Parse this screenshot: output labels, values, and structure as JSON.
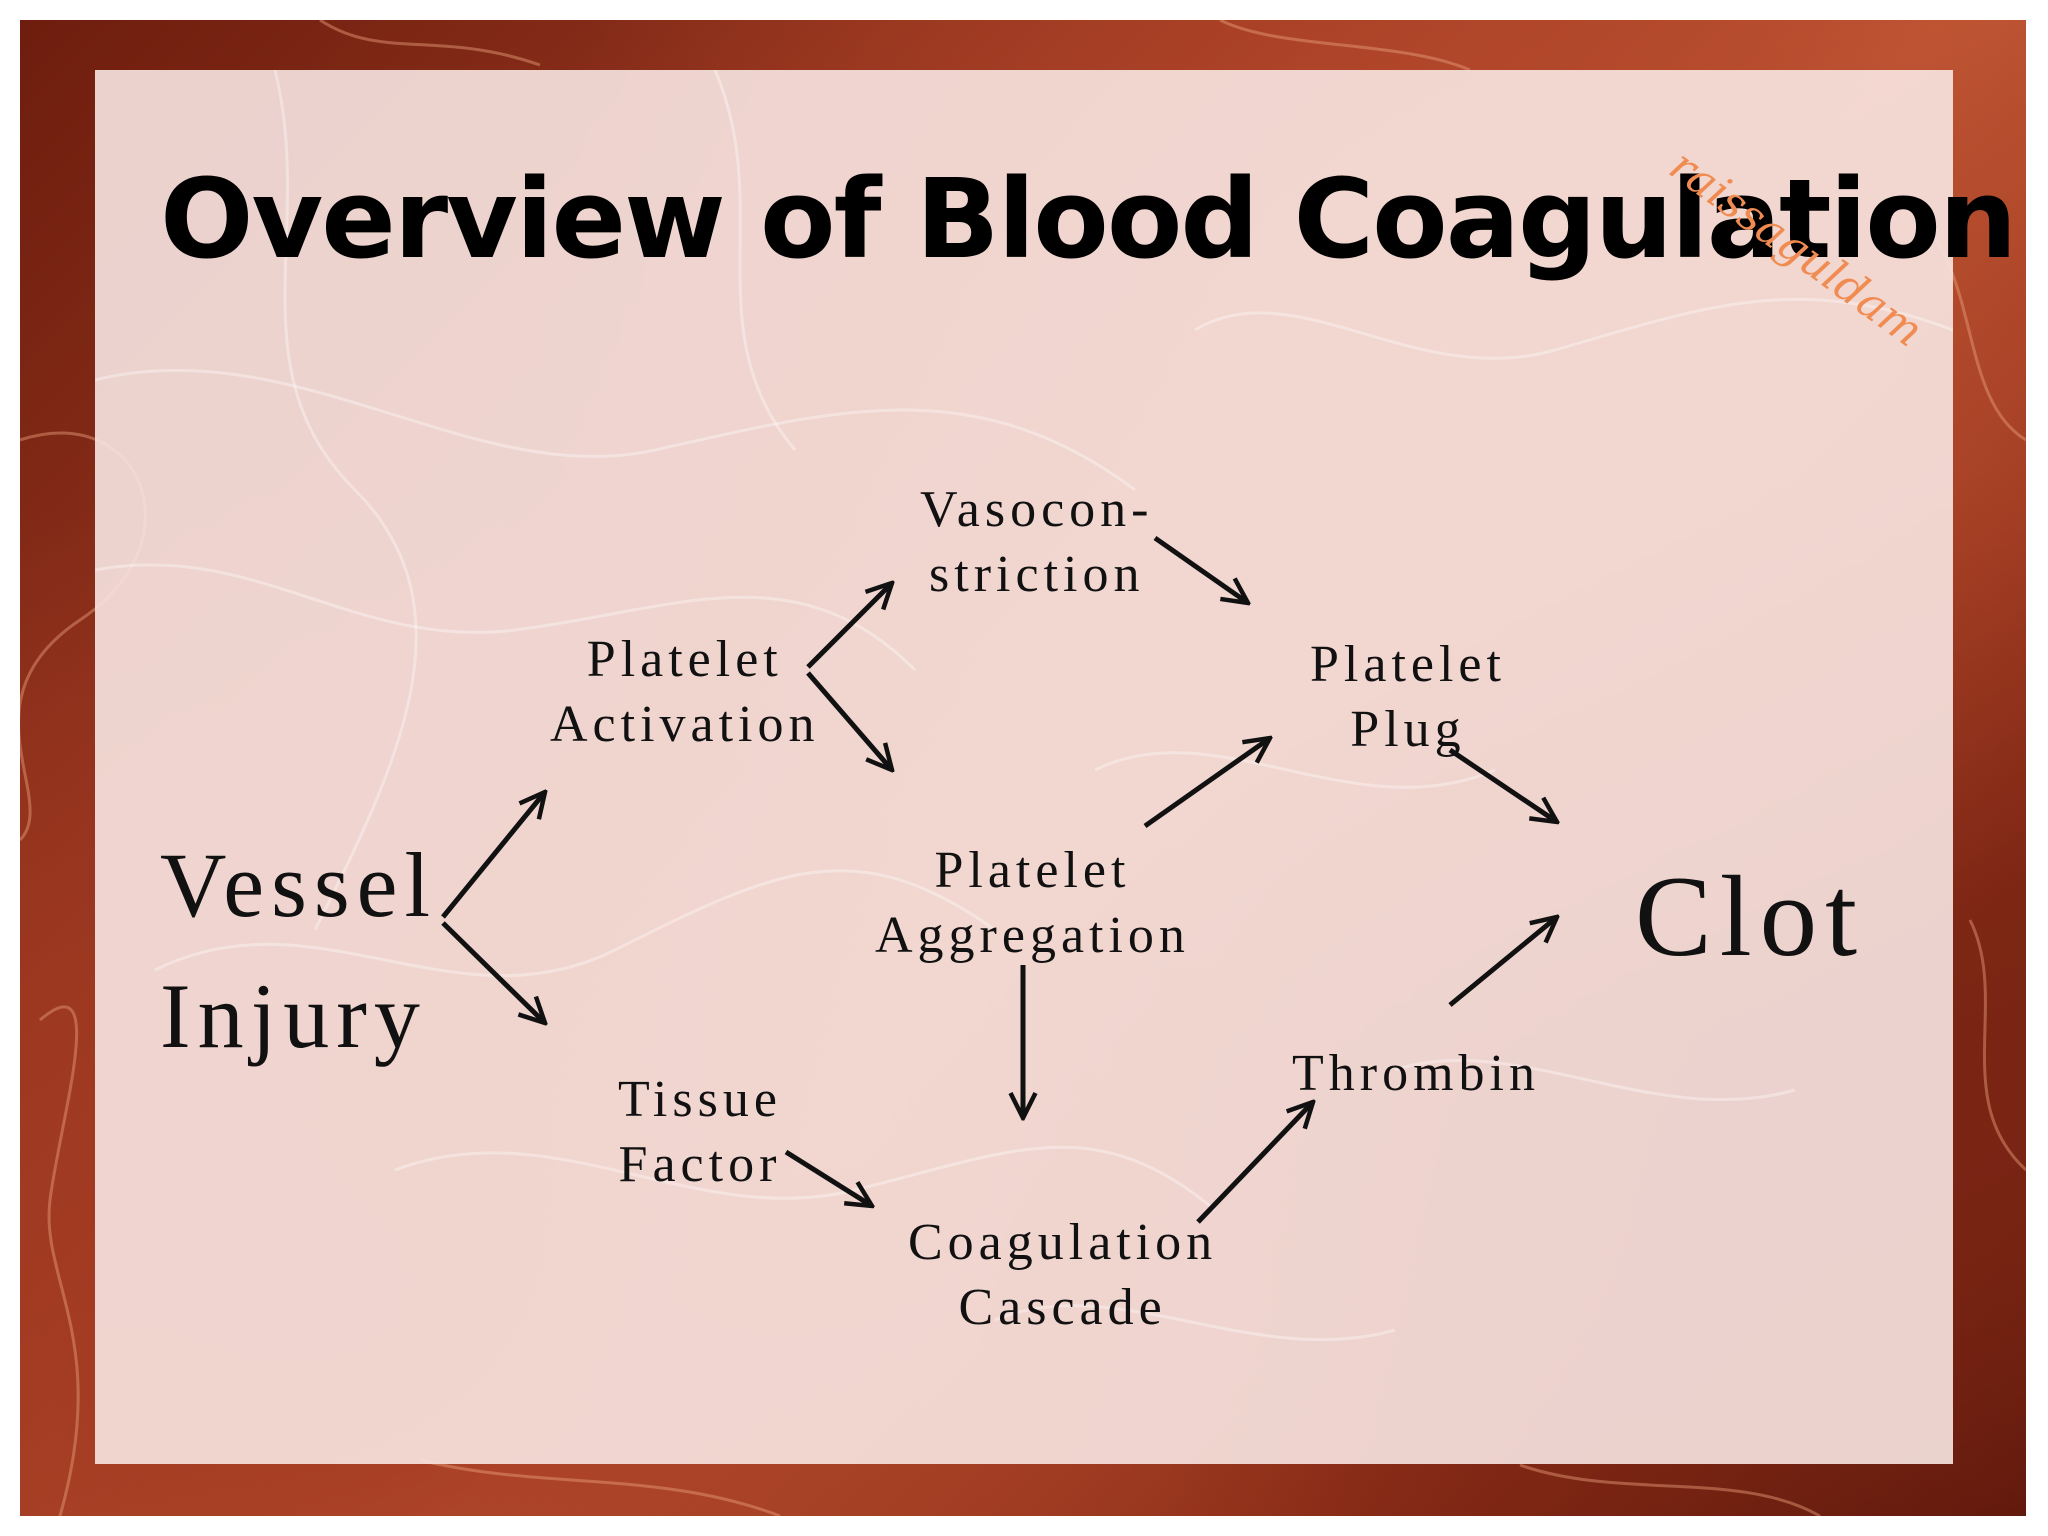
{
  "slide": {
    "title": "Overview of Blood Coagulation",
    "watermark": "raissaguldam"
  },
  "diagram": {
    "nodes": {
      "vessel_injury": [
        "Vessel",
        "Injury"
      ],
      "platelet_activation": [
        "Platelet",
        "Activation"
      ],
      "vasoconstriction": [
        "Vasocon-",
        "striction"
      ],
      "platelet_plug": [
        "Platelet",
        "Plug"
      ],
      "platelet_aggregation": [
        "Platelet",
        "Aggregation"
      ],
      "tissue_factor": [
        "Tissue",
        "Factor"
      ],
      "coagulation_cascade": [
        "Coagulation",
        "Cascade"
      ],
      "thrombin": "Thrombin",
      "clot": "Clot"
    },
    "edges": [
      {
        "from": "vessel_injury",
        "to": "platelet_activation"
      },
      {
        "from": "vessel_injury",
        "to": "tissue_factor"
      },
      {
        "from": "platelet_activation",
        "to": "vasoconstriction"
      },
      {
        "from": "platelet_activation",
        "to": "platelet_aggregation"
      },
      {
        "from": "vasoconstriction",
        "to": "platelet_plug"
      },
      {
        "from": "platelet_aggregation",
        "to": "platelet_plug"
      },
      {
        "from": "platelet_aggregation",
        "to": "coagulation_cascade"
      },
      {
        "from": "tissue_factor",
        "to": "coagulation_cascade"
      },
      {
        "from": "coagulation_cascade",
        "to": "thrombin"
      },
      {
        "from": "platelet_plug",
        "to": "clot"
      },
      {
        "from": "thrombin",
        "to": "clot"
      }
    ]
  }
}
